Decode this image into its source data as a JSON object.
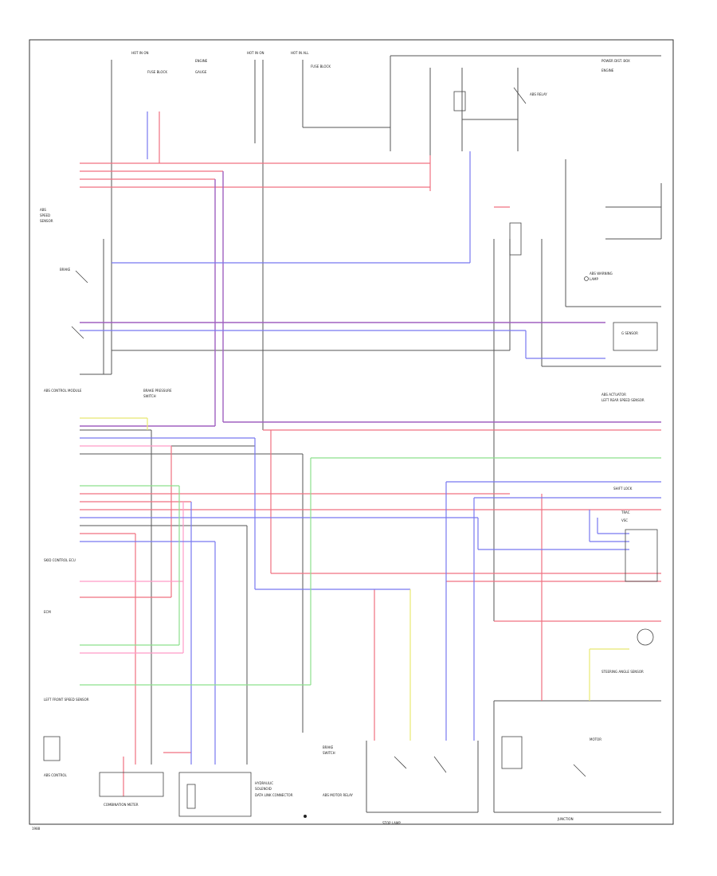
{
  "colors": {
    "red": "#f07080",
    "pink": "#ff9bc8",
    "blue": "#7878f0",
    "purple": "#a060c0",
    "green": "#8ce08c",
    "yellow": "#e8e870",
    "gray": "#707070",
    "dkblue": "#5050c8"
  },
  "labels": {
    "a1": "HOT IN ON",
    "a2": "ENGINE",
    "a3": "FUSE BLOCK",
    "a4": "GAUGE",
    "a5": "HOT IN ON",
    "a6": "HOT IN ALL",
    "a7": "FUSE BLOCK",
    "a8": "POWER DIST. BOX",
    "a9": "ENGINE",
    "a10": "ABS RELAY",
    "b1": "ABS",
    "b2": "SPEED",
    "b3": "SENSOR",
    "b4": "BRAKE",
    "b5": "ABS CONTROL MODULE",
    "b6": "BRAKE PRESSURE",
    "b7": "SWITCH",
    "b8": "ABS WARNING",
    "b9": "LAMP",
    "b10": "G SENSOR",
    "c1": "ABS ACTUATOR",
    "c2": "LEFT REAR SPEED SENSOR",
    "c3": "SKID CONTROL ECU",
    "c4": "ECM",
    "c5": "LEFT FRONT SPEED SENSOR",
    "c6": "SHIFT LOCK",
    "c7": "TRAC",
    "c8": "VSC",
    "d1": "ABS CONTROL",
    "d2": "COMBINATION METER",
    "d3": "DATA LINK CONNECTOR",
    "d4": "HYDRAULIC",
    "d5": "SOLENOID",
    "e1": "ABS MOTOR RELAY",
    "e2": "BRAKE",
    "e3": "SWITCH",
    "e4": "STOP LAMP",
    "e5": "STEERING ANGLE SENSOR",
    "f1": "MOTOR",
    "f2": "JUNCTION",
    "f3": "1988"
  }
}
